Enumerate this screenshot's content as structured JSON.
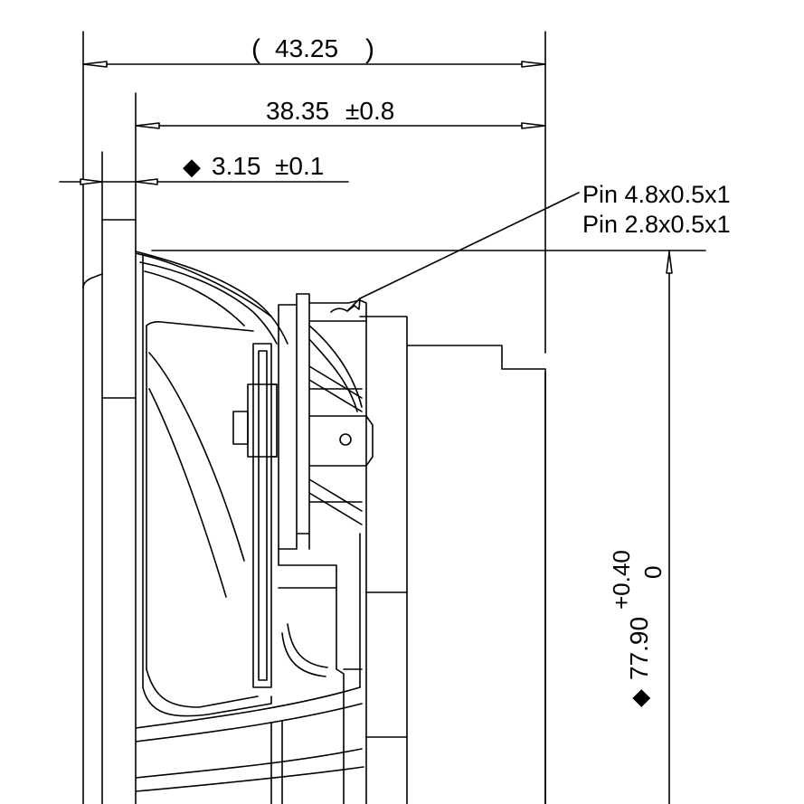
{
  "drawing": {
    "dims": {
      "overall_value": "43.25",
      "overall_open": "(",
      "overall_close": ")",
      "depth_value": "38.35",
      "depth_tol": "±0.8",
      "flange_symbol": "◆",
      "flange_value": "3.15",
      "flange_tol": "±0.1",
      "pin_line1": "Pin 4.8x0.5x1",
      "pin_line2": "Pin 2.8x0.5x1",
      "dia_symbol": "◆",
      "dia_value": "77.90",
      "dia_tol_upper": "+0.40",
      "dia_tol_lower": "0"
    },
    "colors": {
      "line": "#000000",
      "background": "#ffffff"
    }
  }
}
